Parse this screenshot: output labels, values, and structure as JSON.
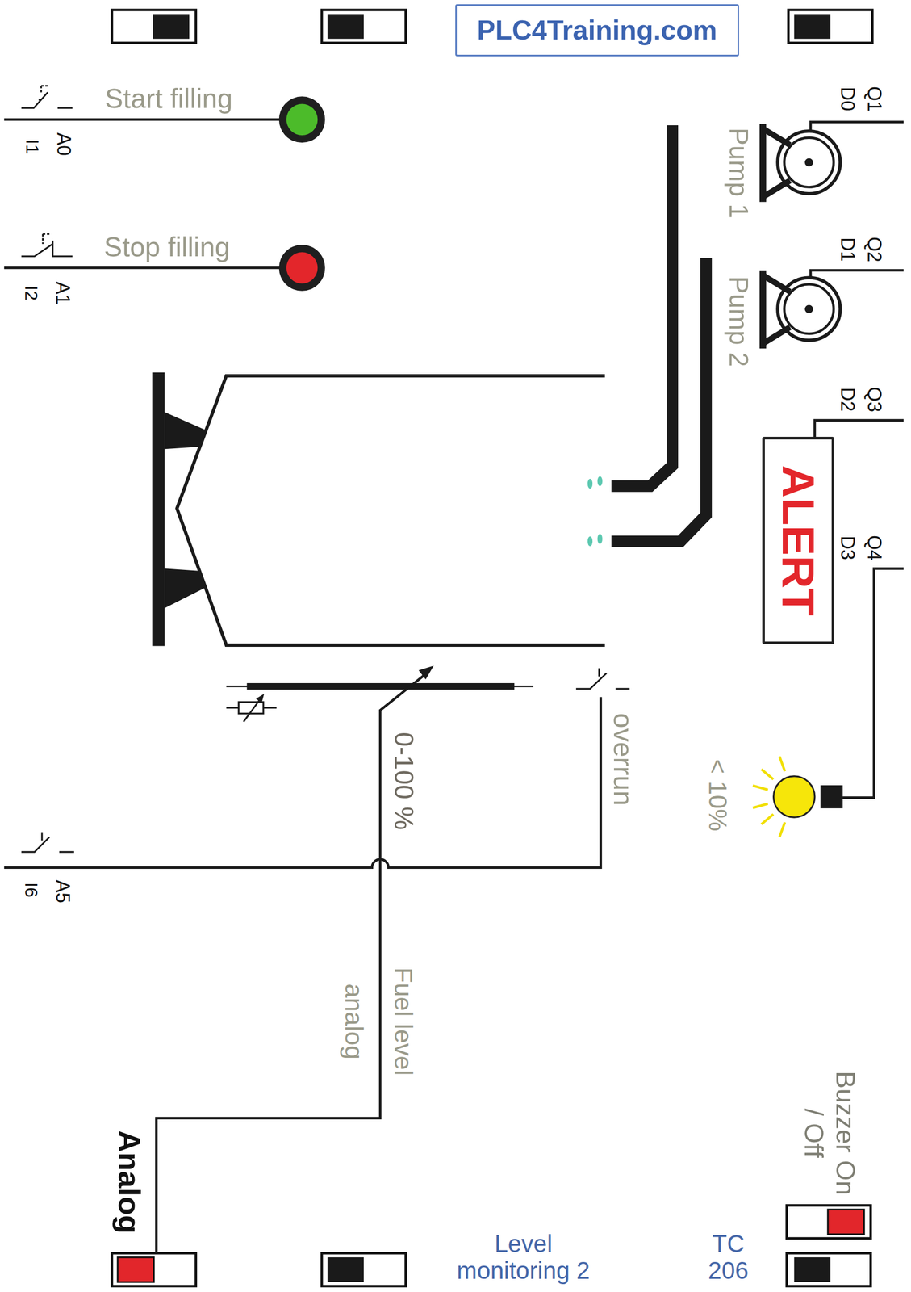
{
  "diagram": {
    "title": "Level monitoring 2",
    "nodes": [
      {
        "text": [
          "PLC4Training.com"
        ]
      },
      {
        "text": [
          "ALERT"
        ]
      }
    ],
    "labels": [
      "Start filling",
      "A0",
      "I1",
      "Stop filling",
      "A1",
      "I2",
      "Q1",
      "D0",
      "Pump 1",
      "Q2",
      "D1",
      "Pump 2",
      "Q3",
      "D2",
      "Q4",
      "D3",
      "overrun",
      "0-100 %",
      "A5",
      "I6",
      "Fuel level analog",
      "< 10%",
      "Buzzer On / Off",
      "Analog",
      "TC 206"
    ]
  }
}
